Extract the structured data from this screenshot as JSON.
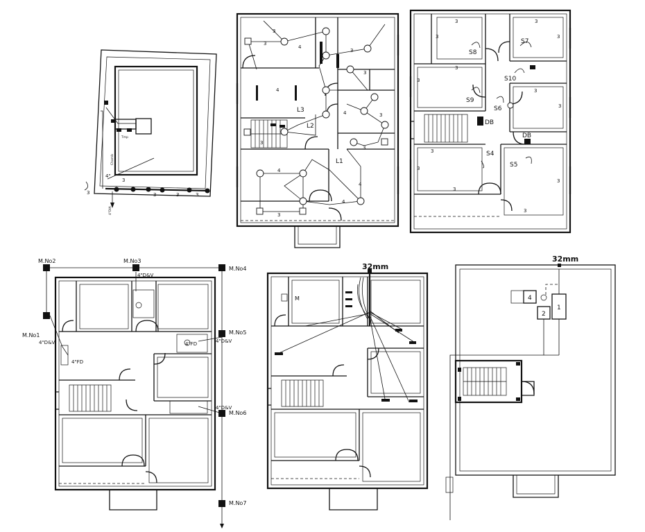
{
  "site_plan": {
    "dim_3": "3",
    "dim_4": "4\"",
    "bottom_label": "4\"DIA",
    "side_label": "Chamb",
    "tag": "Tmp"
  },
  "electrical_ground": {
    "circuit_label": "3",
    "wire_4": "4",
    "lights": [
      "L1",
      "L2",
      "L3"
    ]
  },
  "electrical_first": {
    "circuit_label": "3",
    "switches": [
      "S4",
      "S5",
      "S6",
      "S7",
      "S8",
      "S9",
      "S10"
    ],
    "db": "DB"
  },
  "drainage_plan": {
    "manholes": [
      "M.No1",
      "M.No2",
      "M.No3",
      "M.No4",
      "M.No5",
      "M.No6",
      "M.No7"
    ],
    "pipe_label": "4\"D&V",
    "fd": "4\"FD"
  },
  "water_supply": {
    "header": "32mm",
    "meter": "M"
  },
  "tank_plan": {
    "header": "32mm",
    "items": [
      "1",
      "2",
      "4"
    ]
  }
}
